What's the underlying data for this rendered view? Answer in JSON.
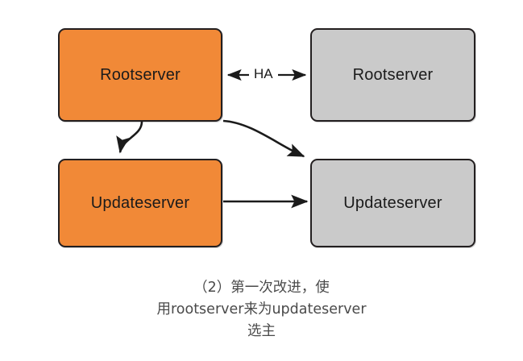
{
  "diagram": {
    "title_caption": {
      "lines": [
        "（2）第一次改进，使",
        "用rootserver来为updateserver",
        "选主"
      ]
    },
    "nodes": [
      {
        "id": "rootserver-primary",
        "label": "Rootserver",
        "role": "primary",
        "color": "#f18937"
      },
      {
        "id": "rootserver-standby",
        "label": "Rootserver",
        "role": "standby",
        "color": "#cacaca"
      },
      {
        "id": "updateserver-primary",
        "label": "Updateserver",
        "role": "primary",
        "color": "#f18937"
      },
      {
        "id": "updateserver-standby",
        "label": "Updateserver",
        "role": "standby",
        "color": "#cacaca"
      }
    ],
    "edges": [
      {
        "id": "ha-link",
        "label": "HA",
        "from": "rootserver-primary",
        "to": "rootserver-standby",
        "style": "double-arrow-straight"
      },
      {
        "id": "rootserver-to-us-primary",
        "label": "",
        "from": "rootserver-primary",
        "to": "updateserver-primary",
        "style": "curved-arrow"
      },
      {
        "id": "rootserver-to-us-standby",
        "label": "",
        "from": "rootserver-primary",
        "to": "updateserver-standby",
        "style": "curved-arrow"
      },
      {
        "id": "us-primary-to-us-standby",
        "label": "",
        "from": "updateserver-primary",
        "to": "updateserver-standby",
        "style": "arrow-straight"
      }
    ],
    "colors": {
      "primary_fill": "#f18937",
      "standby_fill": "#cacaca",
      "border": "#231f20",
      "arrow": "#1b1b1b",
      "background": "#ffffff",
      "caption_text": "#4a4a4a"
    }
  }
}
